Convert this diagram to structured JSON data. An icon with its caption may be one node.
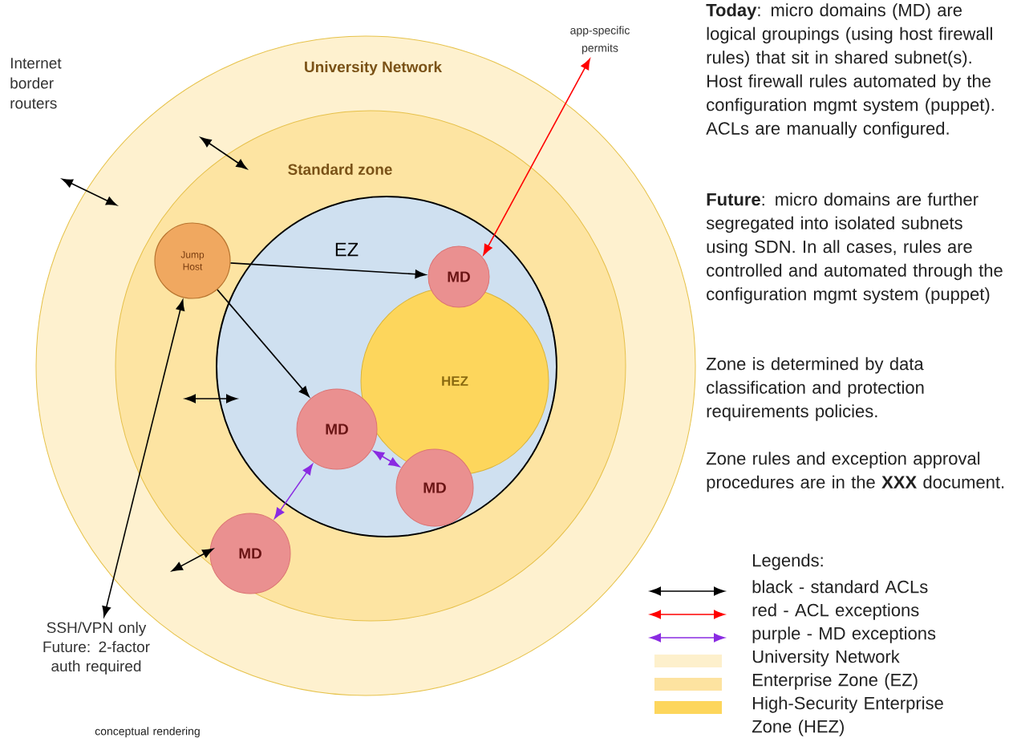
{
  "diagram": {
    "nodes": [
      {
        "text": [
          "University Network"
        ]
      },
      {
        "text": [
          "Standard zone"
        ],
        "in": 0
      },
      {
        "text": [
          "EZ"
        ],
        "in": 1
      },
      {
        "text": [
          "Jump Host"
        ],
        "in": 1
      },
      {
        "text": [
          "MD"
        ],
        "in": 2
      },
      {
        "text": [
          "HEZ"
        ],
        "in": 2
      },
      {
        "text": [
          "MD"
        ],
        "in": 2
      },
      {
        "text": [
          "MD"
        ],
        "in": 2
      },
      {
        "text": [
          "MD"
        ],
        "in": 1
      },
      {
        "text": [
          "app-specific permits"
        ]
      },
      {
        "text": [
          "SSH/VPN only Future: 2-factor auth required"
        ]
      }
    ],
    "edges": [
      {
        "from": 3,
        "to": 4,
        "arrow": "to"
      },
      {
        "from": 3,
        "to": 6,
        "arrow": "to"
      },
      {
        "from": 9,
        "to": 4,
        "arrow": "both",
        "color": "#ff0000"
      },
      {
        "from": 8,
        "to": 6,
        "arrow": "both",
        "color": "#8a2be2"
      },
      {
        "from": 6,
        "to": 7,
        "arrow": "both",
        "color": "#8a2be2"
      },
      {
        "from": 10,
        "to": 3,
        "arrow": "both"
      }
    ],
    "labels": [
      "Internet border routers",
      "**Today**: micro domains (MD) are logical groupings (using host firewall rules) that sit in shared subnet(s). Host firewall rules automated by the configuration mgmt system (puppet). ACLs are manually configured.",
      "**Future**: micro domains are further segregated into isolated subnets using SDN. In all cases, rules are controlled and automated through the configuration mgmt system (puppet)",
      "Zone is determined by data classification and protection requirements policies.",
      "Zone rules and exception approval procedures are in the **XXX** document.",
      "Legends:",
      "conceptual rendering"
    ],
    "legend": [
      {
        "text": "black - standard ACLs"
      },
      {
        "text": "red - ACL exceptions"
      },
      {
        "text": "purple - MD exceptions"
      },
      {
        "text": "University Network",
        "color": "#fdf0cc"
      },
      {
        "text": "Enterprise Zone (EZ)",
        "color": "#fde3a0"
      },
      {
        "text": "High-Security Enterprise Zone (HEZ)",
        "color": "#fdd65c"
      }
    ]
  }
}
